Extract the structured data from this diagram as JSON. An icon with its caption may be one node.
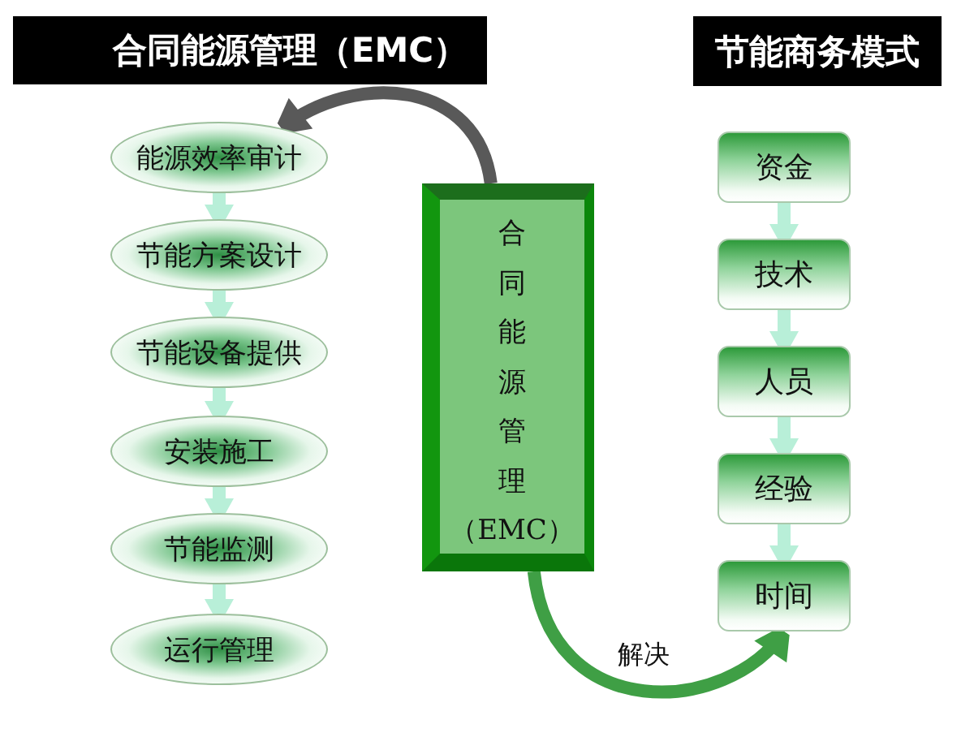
{
  "diagram": {
    "nodes": [
      {
        "text": [
          "合同能源管理（EMC）"
        ]
      },
      {
        "text": [
          "节能商务模式"
        ]
      },
      {
        "text": [
          "能源效率审计"
        ]
      },
      {
        "text": [
          "节能方案设计"
        ]
      },
      {
        "text": [
          "节能设备提供"
        ]
      },
      {
        "text": [
          "安装施工"
        ]
      },
      {
        "text": [
          "节能监测"
        ]
      },
      {
        "text": [
          "运行管理"
        ]
      },
      {
        "text": [
          "合同能源管理（EMC）"
        ]
      },
      {
        "text": [
          "资金"
        ]
      },
      {
        "text": [
          "技术"
        ]
      },
      {
        "text": [
          "人员"
        ]
      },
      {
        "text": [
          "经验"
        ]
      },
      {
        "text": [
          "时间"
        ]
      }
    ],
    "edges": [
      {
        "from": 2,
        "to": 3,
        "arrow": "to"
      },
      {
        "from": 3,
        "to": 4,
        "arrow": "to"
      },
      {
        "from": 4,
        "to": 5,
        "arrow": "to"
      },
      {
        "from": 5,
        "to": 6,
        "arrow": "to"
      },
      {
        "from": 6,
        "to": 7,
        "arrow": "to"
      },
      {
        "from": 9,
        "to": 10,
        "arrow": "to"
      },
      {
        "from": 10,
        "to": 11,
        "arrow": "to"
      },
      {
        "from": 11,
        "to": 12,
        "arrow": "to"
      },
      {
        "from": 12,
        "to": 13,
        "arrow": "to"
      },
      {
        "from": 8,
        "to": 2,
        "arrow": "to",
        "color": "#595959"
      },
      {
        "from": 8,
        "to": 13,
        "arrow": "to",
        "label": "解决",
        "color": "#3f9f45"
      }
    ]
  }
}
